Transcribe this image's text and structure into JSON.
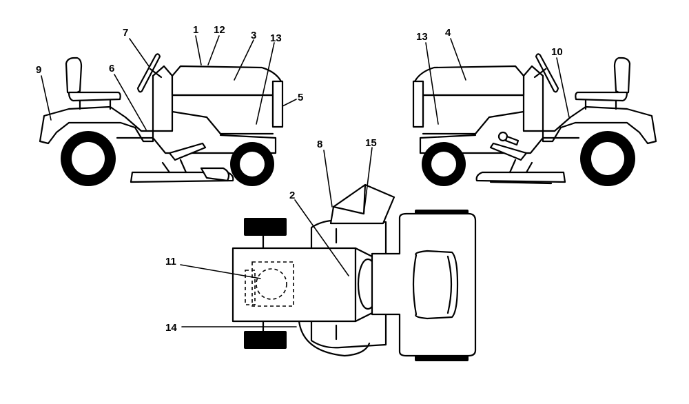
{
  "callouts": {
    "c1": "1",
    "c12": "12",
    "c3": "3",
    "c13_left": "13",
    "c7": "7",
    "c9": "9",
    "c6": "6",
    "c5": "5",
    "c13_right": "13",
    "c4": "4",
    "c10": "10",
    "c8": "8",
    "c15": "15",
    "c2": "2",
    "c11": "11",
    "c14": "14"
  }
}
